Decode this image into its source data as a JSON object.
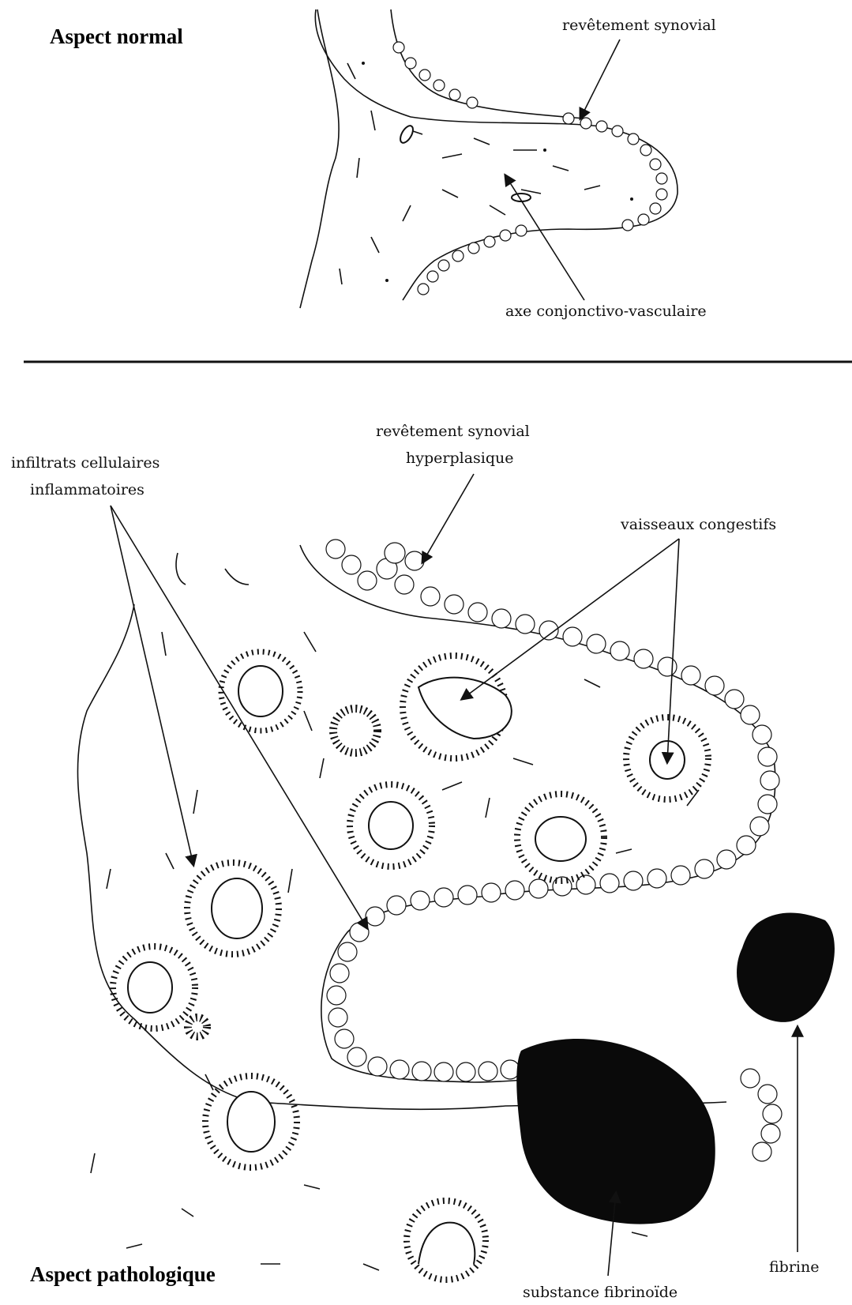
{
  "normal": {
    "title": "Aspect normal",
    "labels": {
      "synovial_lining": "revêtement synovial",
      "connective_axis": "axe conjonctivo-vasculaire"
    }
  },
  "pathological": {
    "title": "Aspect pathologique",
    "labels": {
      "hyperplastic_lining_line1": "revêtement synovial",
      "hyperplastic_lining_line2": "hyperplasique",
      "infiltrates_line1": "infiltrats cellulaires",
      "infiltrates_line2": "inflammatoires",
      "congested_vessels": "vaisseaux congestifs",
      "fibrinoid": "substance fibrinoïde",
      "fibrin": "fibrine"
    }
  },
  "colors": {
    "ink": "#111111",
    "background": "#ffffff"
  }
}
